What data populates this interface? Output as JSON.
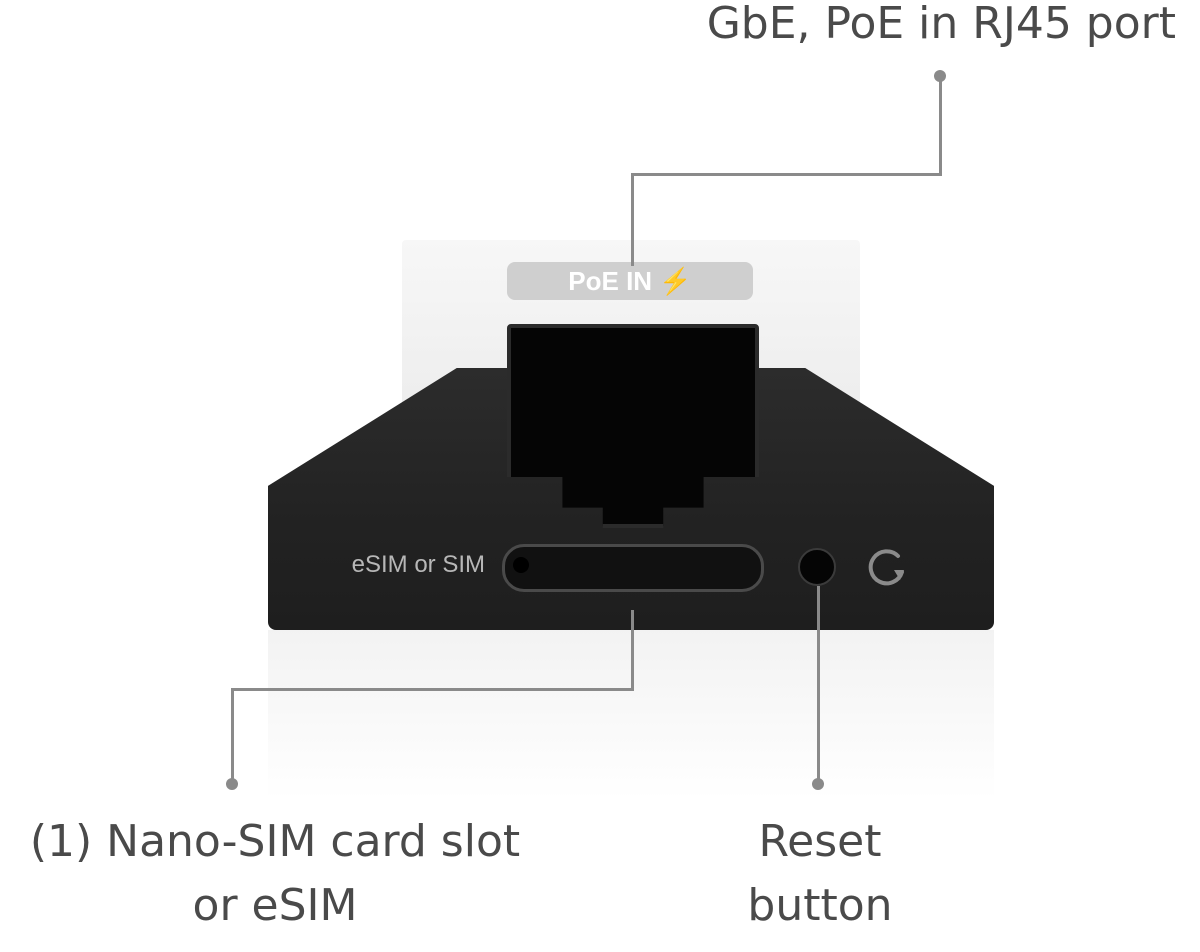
{
  "callouts": {
    "top": "GbE, PoE in RJ45 port",
    "left_line1": "(1) Nano-SIM card slot",
    "left_line2": "or eSIM",
    "right_line1": "Reset",
    "right_line2": "button"
  },
  "device": {
    "poe_label": "PoE IN ⚡",
    "sim_label": "eSIM or SIM"
  },
  "colors": {
    "callout_line": "#8a8a8a",
    "device_body": "#262626",
    "housing": "#f2f2f2"
  },
  "icons": [
    "reset-icon",
    "lightning-icon"
  ]
}
